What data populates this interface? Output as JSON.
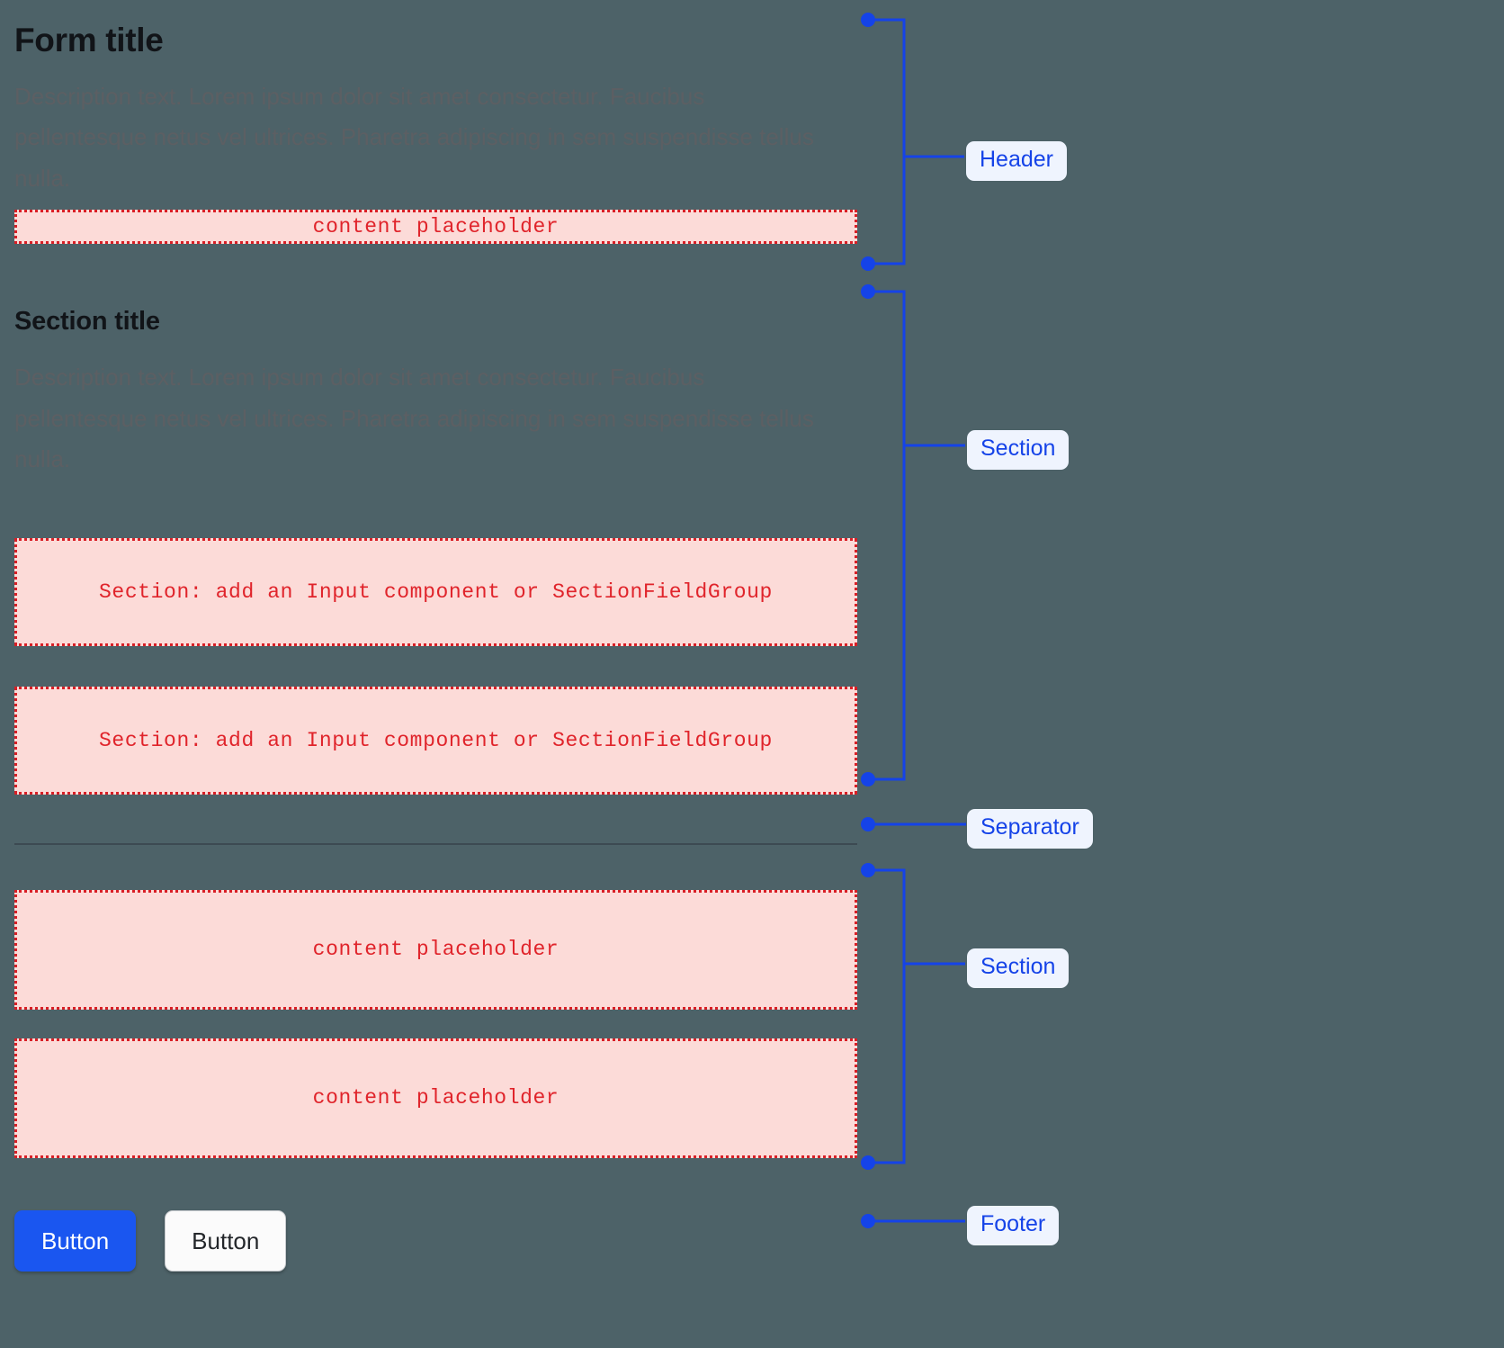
{
  "theme": {
    "background": "#4d6268",
    "placeholder_fill": "#fcdbd8",
    "placeholder_border": "#d81f26",
    "placeholder_text": "#e0242b",
    "annotation_blue": "#1543e8",
    "annotation_chip_bg": "#eff4fe",
    "primary_button": "#1a56f0",
    "separator_color": "#3c4a52",
    "heading_color": "#111418",
    "description_color": "#5c5f63"
  },
  "header": {
    "title": "Form title",
    "description": "Description text. Lorem ipsum dolor sit amet consectetur. Faucibus pellentesque netus vel ultrices. Pharetra adipiscing in sem suspendisse tellus nulla.",
    "placeholder": "content placeholder"
  },
  "section_one": {
    "title": "Section title",
    "description": "Description text. Lorem ipsum dolor sit amet consectetur. Faucibus pellentesque netus vel ultrices. Pharetra adipiscing in sem suspendisse tellus nulla.",
    "fields": [
      {
        "placeholder": "Section: add an Input component or SectionFieldGroup"
      },
      {
        "placeholder": "Section: add an Input component or SectionFieldGroup"
      }
    ]
  },
  "section_two": {
    "fields": [
      {
        "placeholder": "content placeholder"
      },
      {
        "placeholder": "content placeholder"
      }
    ]
  },
  "footer": {
    "buttons": [
      {
        "label": "Button",
        "variant": "primary"
      },
      {
        "label": "Button",
        "variant": "secondary"
      }
    ]
  },
  "annotations": [
    {
      "label": "Header",
      "type": "bracket"
    },
    {
      "label": "Section",
      "type": "bracket"
    },
    {
      "label": "Separator",
      "type": "line"
    },
    {
      "label": "Section",
      "type": "bracket"
    },
    {
      "label": "Footer",
      "type": "line"
    }
  ]
}
